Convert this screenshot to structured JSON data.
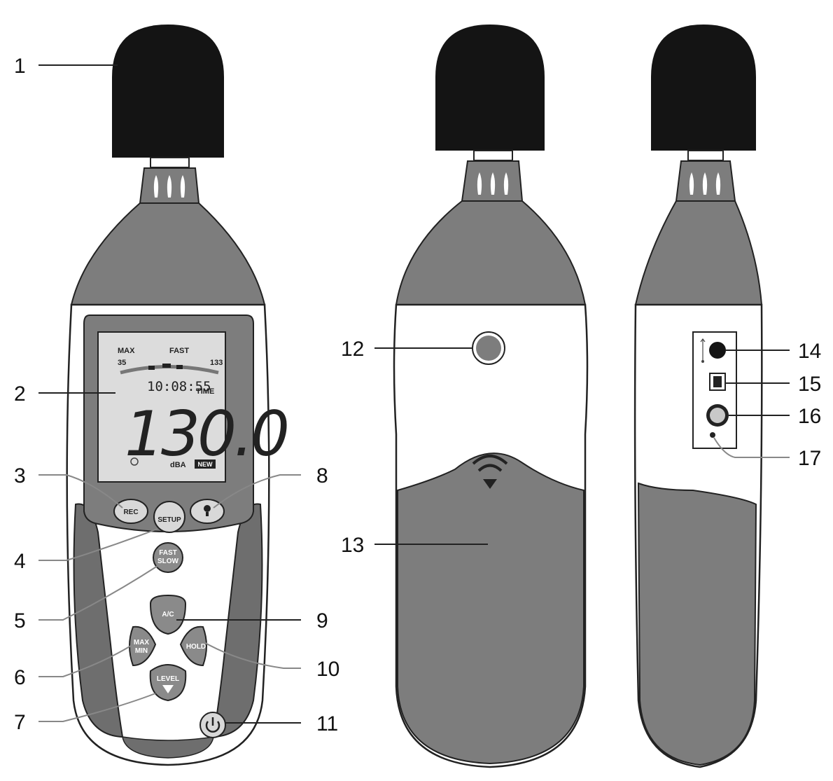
{
  "colors": {
    "windscreen": "#141414",
    "body_gray": "#7d7d7d",
    "grip_dark": "#6e6e6e",
    "panel_white": "#ffffff",
    "lcd_bg": "#dcdcdc",
    "outline": "#222222"
  },
  "callouts": [
    {
      "id": "1",
      "label": "1"
    },
    {
      "id": "2",
      "label": "2"
    },
    {
      "id": "3",
      "label": "3"
    },
    {
      "id": "4",
      "label": "4"
    },
    {
      "id": "5",
      "label": "5"
    },
    {
      "id": "6",
      "label": "6"
    },
    {
      "id": "7",
      "label": "7"
    },
    {
      "id": "8",
      "label": "8"
    },
    {
      "id": "9",
      "label": "9"
    },
    {
      "id": "10",
      "label": "10"
    },
    {
      "id": "11",
      "label": "11"
    },
    {
      "id": "12",
      "label": "12"
    },
    {
      "id": "13",
      "label": "13"
    },
    {
      "id": "14",
      "label": "14"
    },
    {
      "id": "15",
      "label": "15"
    },
    {
      "id": "16",
      "label": "16"
    },
    {
      "id": "17",
      "label": "17"
    }
  ],
  "lcd": {
    "max": "MAX",
    "fast": "FAST",
    "scale_low": "35",
    "scale_high": "133",
    "time_value": "10:08:55",
    "time_label": "TIME",
    "reading": "130.0",
    "unit": "dBA",
    "badge": "NEW"
  },
  "buttons": {
    "rec": "REC",
    "setup": "SETUP",
    "fast": "FAST",
    "slow": "SLOW",
    "ac": "A/C",
    "max": "MAX",
    "min": "MIN",
    "hold": "HOLD",
    "level": "LEVEL"
  },
  "icons": {
    "light": "lightbulb-icon",
    "power": "power-icon",
    "usb": "usb-icon",
    "wireless": "wireless-icon"
  }
}
